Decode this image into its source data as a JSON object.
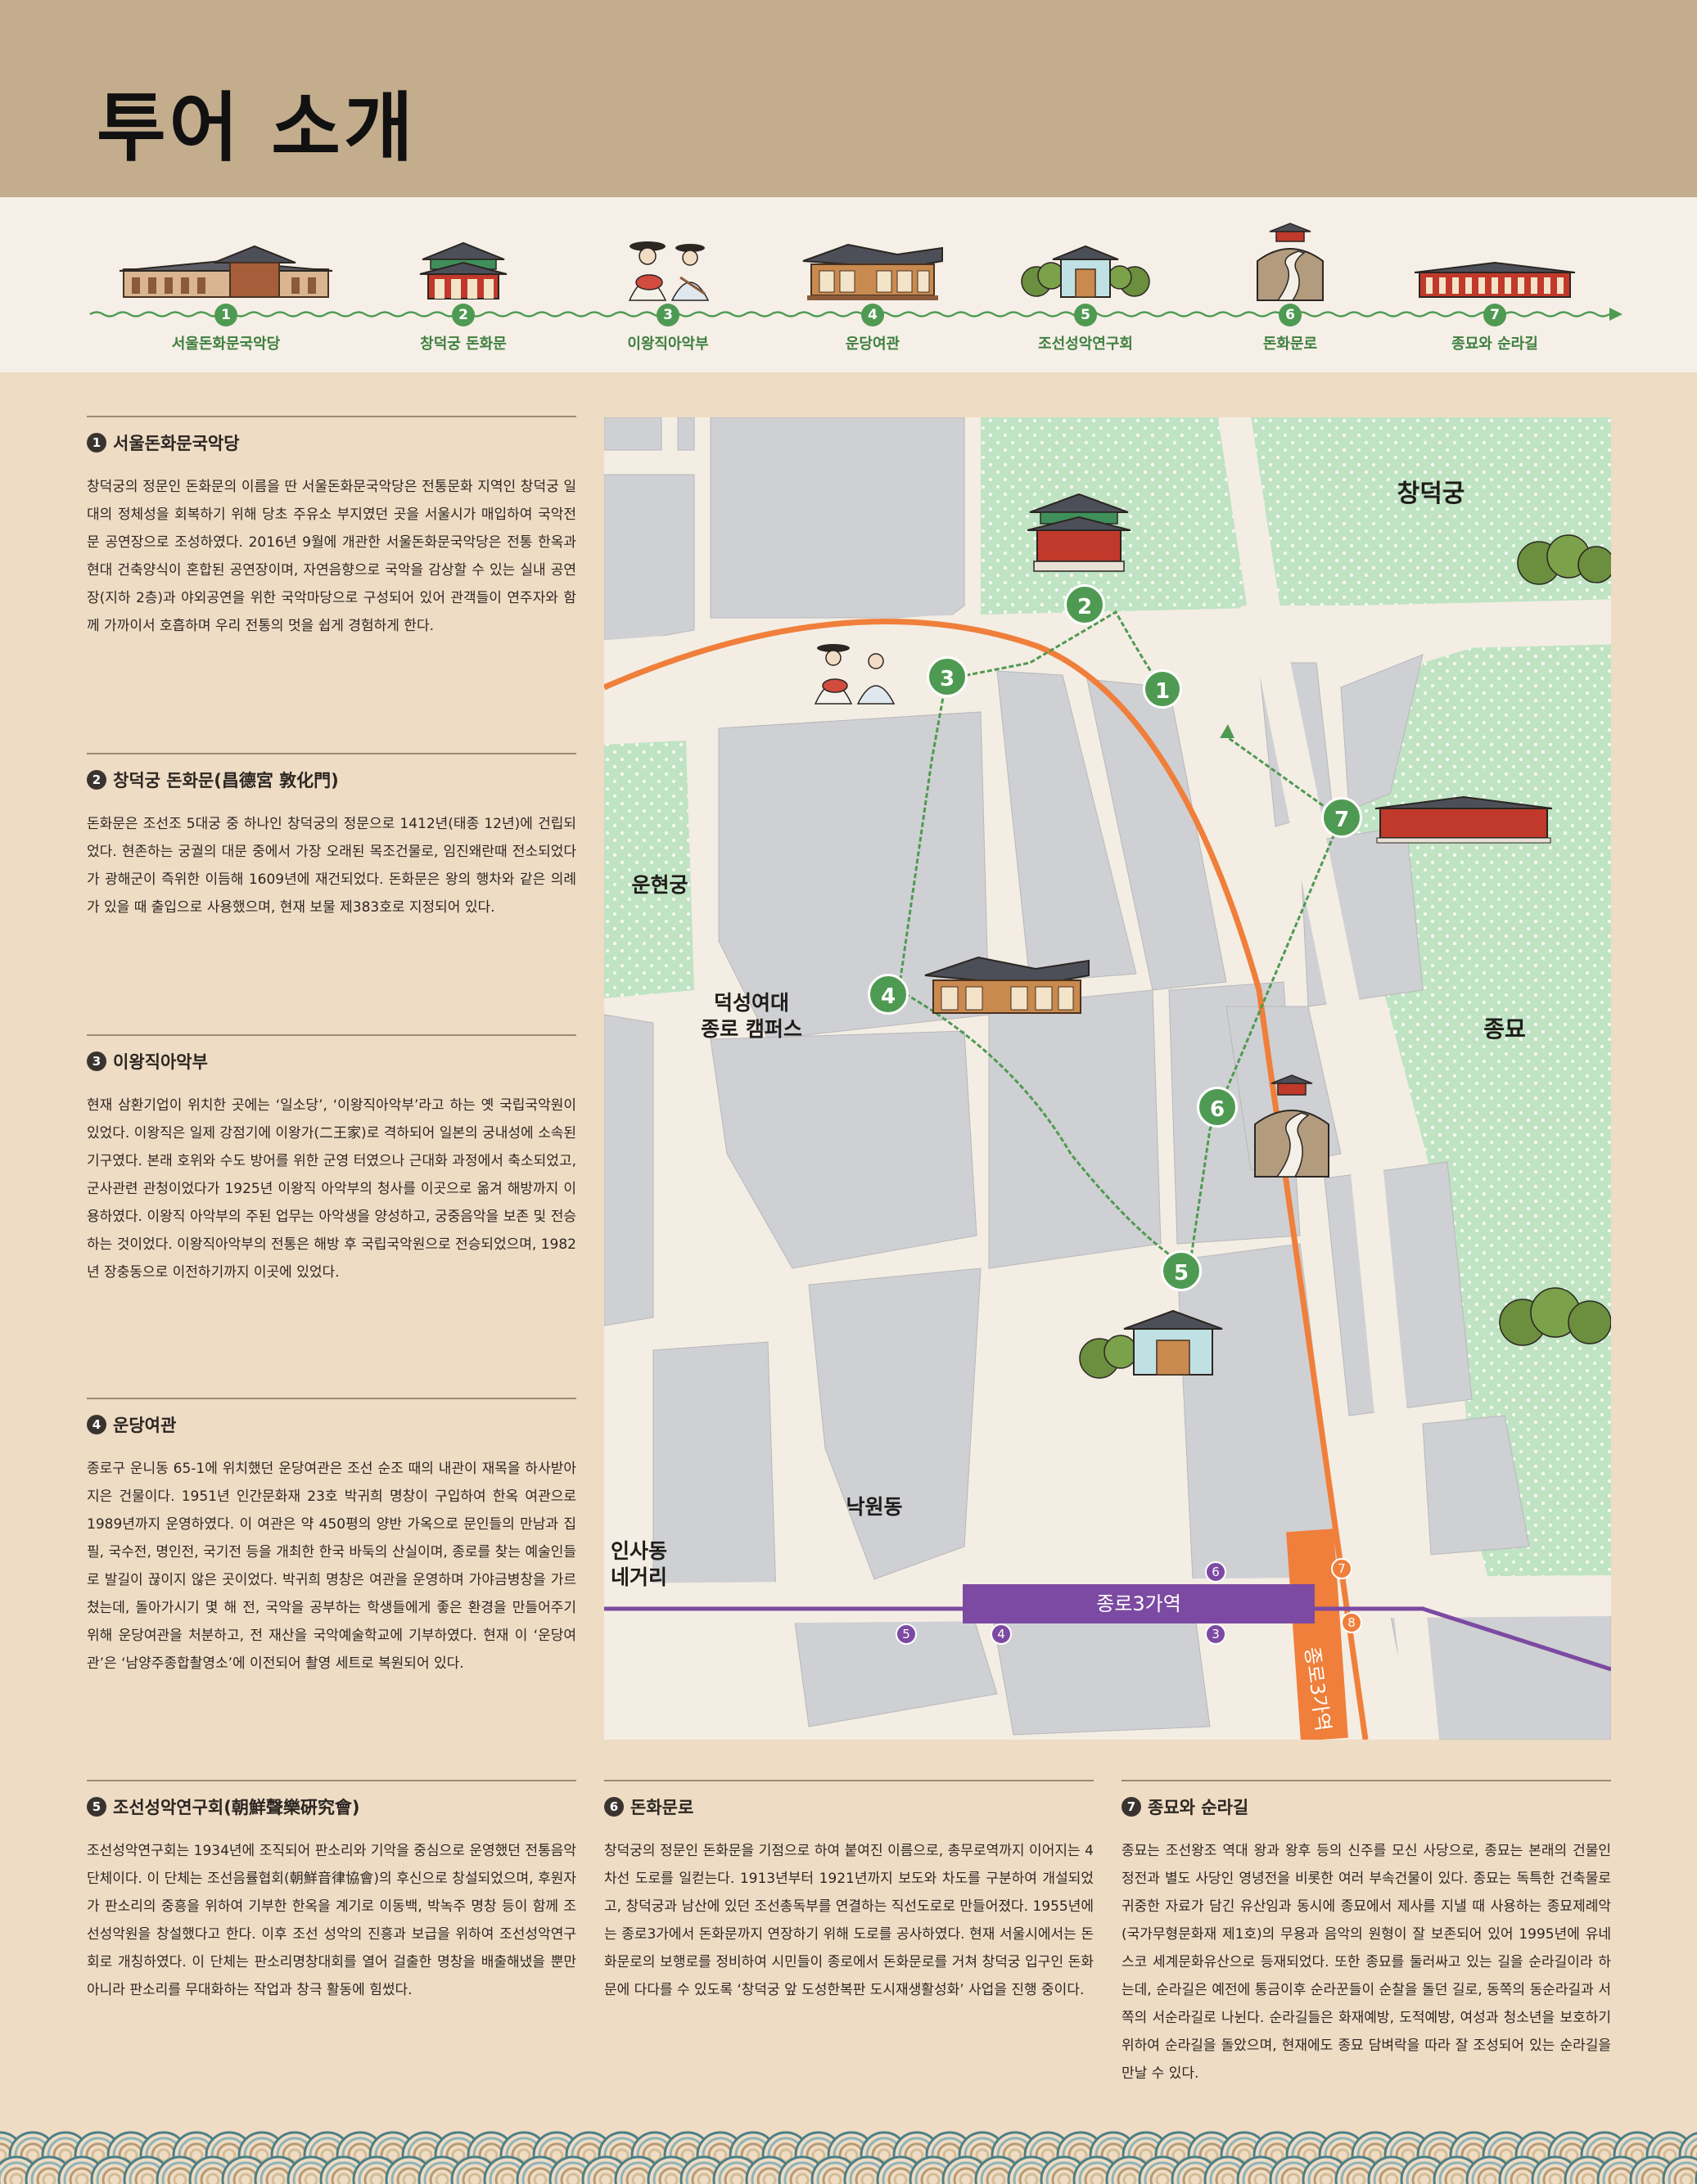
{
  "page_title": "투어 소개",
  "timeline": [
    {
      "num": "1",
      "label": "서울돈화문국악당"
    },
    {
      "num": "2",
      "label": "창덕궁 돈화문"
    },
    {
      "num": "3",
      "label": "이왕직아악부"
    },
    {
      "num": "4",
      "label": "운당여관"
    },
    {
      "num": "5",
      "label": "조선성악연구회"
    },
    {
      "num": "6",
      "label": "돈화문로"
    },
    {
      "num": "7",
      "label": "종묘와 순라길"
    }
  ],
  "sections": [
    {
      "num": "1",
      "title": "서울돈화문국악당",
      "body": "창덕궁의 정문인 돈화문의 이름을 딴 서울돈화문국악당은 전통문화 지역인 창덕궁 일대의 정체성을 회복하기 위해 당초 주유소 부지였던 곳을 서울시가 매입하여 국악전문 공연장으로 조성하였다. 2016년 9월에 개관한 서울돈화문국악당은 전통 한옥과 현대 건축양식이 혼합된 공연장이며, 자연음향으로 국악을 감상할 수 있는 실내 공연장(지하 2층)과 야외공연을 위한 국악마당으로 구성되어 있어 관객들이 연주자와 함께 가까이서 호흡하며 우리 전통의 멋을 쉽게 경험하게 한다."
    },
    {
      "num": "2",
      "title": "창덕궁 돈화문(昌德宮 敦化門)",
      "body": "돈화문은 조선조 5대궁 중 하나인 창덕궁의 정문으로 1412년(태종 12년)에 건립되었다. 현존하는 궁궐의 대문 중에서 가장 오래된 목조건물로, 임진왜란때 전소되었다가 광해군이 즉위한 이듬해 1609년에 재건되었다. 돈화문은 왕의 행차와 같은 의례가 있을 때 출입으로 사용했으며, 현재 보물 제383호로 지정되어 있다."
    },
    {
      "num": "3",
      "title": "이왕직아악부",
      "body": "현재 삼환기업이 위치한 곳에는 ‘일소당’, ‘이왕직아악부’라고 하는 옛 국립국악원이 있었다. 이왕직은 일제 강점기에 이왕가(二王家)로 격하되어 일본의 궁내성에 소속된 기구였다. 본래 호위와 수도 방어를 위한 군영 터였으나 근대화 과정에서 축소되었고, 군사관련 관청이었다가 1925년 이왕직 아악부의 청사를 이곳으로 옮겨 해방까지 이용하였다. 이왕직 아악부의 주된 업무는 아악생을 양성하고, 궁중음악을 보존 및 전승하는 것이었다. 이왕직아악부의 전통은 해방 후 국립국악원으로 전승되었으며, 1982년 장충동으로 이전하기까지 이곳에 있었다."
    },
    {
      "num": "4",
      "title": "운당여관",
      "body": "종로구 운니동 65-1에 위치했던 운당여관은 조선 순조 때의 내관이 재목을 하사받아 지은 건물이다. 1951년 인간문화재 23호 박귀희 명창이 구입하여 한옥 여관으로 1989년까지 운영하였다. 이 여관은 약 450평의 양반 가옥으로 문인들의 만남과 집필, 국수전, 명인전, 국기전 등을 개최한 한국 바둑의 산실이며, 종로를 찾는 예술인들로 발길이 끊이지 않은 곳이었다. 박귀희 명창은 여관을 운영하며 가야금병창을 가르쳤는데, 돌아가시기 몇 해 전, 국악을 공부하는 학생들에게 좋은 환경을 만들어주기 위해 운당여관을 처분하고, 전 재산을 국악예술학교에 기부하였다. 현재 이 ‘운당여관’은 ‘남양주종합촬영소’에 이전되어 촬영 세트로 복원되어 있다."
    },
    {
      "num": "5",
      "title": "조선성악연구회(朝鮮聲樂硏究會)",
      "body": "조선성악연구회는 1934년에 조직되어 판소리와 기악을 중심으로 운영했던 전통음악 단체이다. 이 단체는 조선음률협회(朝鮮音律協會)의 후신으로 창설되었으며, 후원자가 판소리의 중흥을 위하여 기부한 한옥을 계기로 이동백, 박녹주 명창 등이 함께 조선성악원을 창설했다고 한다. 이후 조선 성악의 진흥과 보급을 위하여 조선성악연구회로 개칭하였다. 이 단체는 판소리명창대회를 열어 걸출한 명창을 배출해냈을 뿐만 아니라 판소리를 무대화하는 작업과 창극 활동에 힘썼다."
    },
    {
      "num": "6",
      "title": "돈화문로",
      "body": "창덕궁의 정문인 돈화문을 기점으로 하여 붙여진 이름으로, 총무로역까지 이어지는 4차선 도로를 일컫는다. 1913년부터 1921년까지 보도와 차도를 구분하여 개설되었고, 창덕궁과 남산에 있던 조선총독부를 연결하는 직선도로로 만들어졌다. 1955년에는 종로3가에서 돈화문까지 연장하기 위해 도로를 공사하였다. 현재 서울시에서는 돈화문로의 보행로를 정비하여 시민들이 종로에서 돈화문로를 거쳐 창덕궁 입구인 돈화문에 다다를 수 있도록 ‘창덕궁 앞 도성한복판 도시재생활성화’ 사업을 진행 중이다."
    },
    {
      "num": "7",
      "title": "종묘와 순라길",
      "body": "종묘는 조선왕조 역대 왕과 왕후 등의 신주를 모신 사당으로, 종묘는 본래의 건물인 정전과 별도 사당인 영녕전을 비롯한 여러 부속건물이 있다. 종묘는 독특한 건축물로 귀중한 자료가 담긴 유산임과 동시에 종묘에서 제사를 지낼 때 사용하는 종묘제례악(국가무형문화재 제1호)의 무용과 음악의 원형이 잘 보존되어 있어 1995년에 유네스코 세계문화유산으로 등재되었다.  또한 종묘를 둘러싸고 있는 길을 순라길이라 하는데, 순라길은 예전에 통금이후 순라꾼들이 순찰을 돌던 길로, 동쪽의 동순라길과 서쪽의 서순라길로 나뉜다. 순라길들은 화재예방, 도적예방, 여성과 청소년을 보호하기 위하여 순라길을 돌았으며, 현재에도 종묘 담벼락을 따라 잘 조성되어 있는 순라길을 만날 수 있다."
    }
  ],
  "map": {
    "labels": {
      "changdeokgung": "창덕궁",
      "unhyeongung": "운현궁",
      "duksung": "덕성여대\n종로 캠퍼스",
      "jongmyo": "종묘",
      "nagwon": "낙원동",
      "insadong": "인사동\n네거리",
      "station_bar": "종로3가역",
      "station_vertical": "종로3가역"
    },
    "route_markers": [
      "1",
      "2",
      "3",
      "4",
      "5",
      "6",
      "7"
    ],
    "exits": [
      "6",
      "7",
      "5",
      "4",
      "3",
      "8"
    ]
  },
  "colors": {
    "header": "#c4ad8d",
    "background": "#efdcc4",
    "route_green": "#4f9a52",
    "line_orange": "#ef7f3a",
    "line_purple": "#7c4aa2",
    "park_green": "#bfe3c3"
  }
}
